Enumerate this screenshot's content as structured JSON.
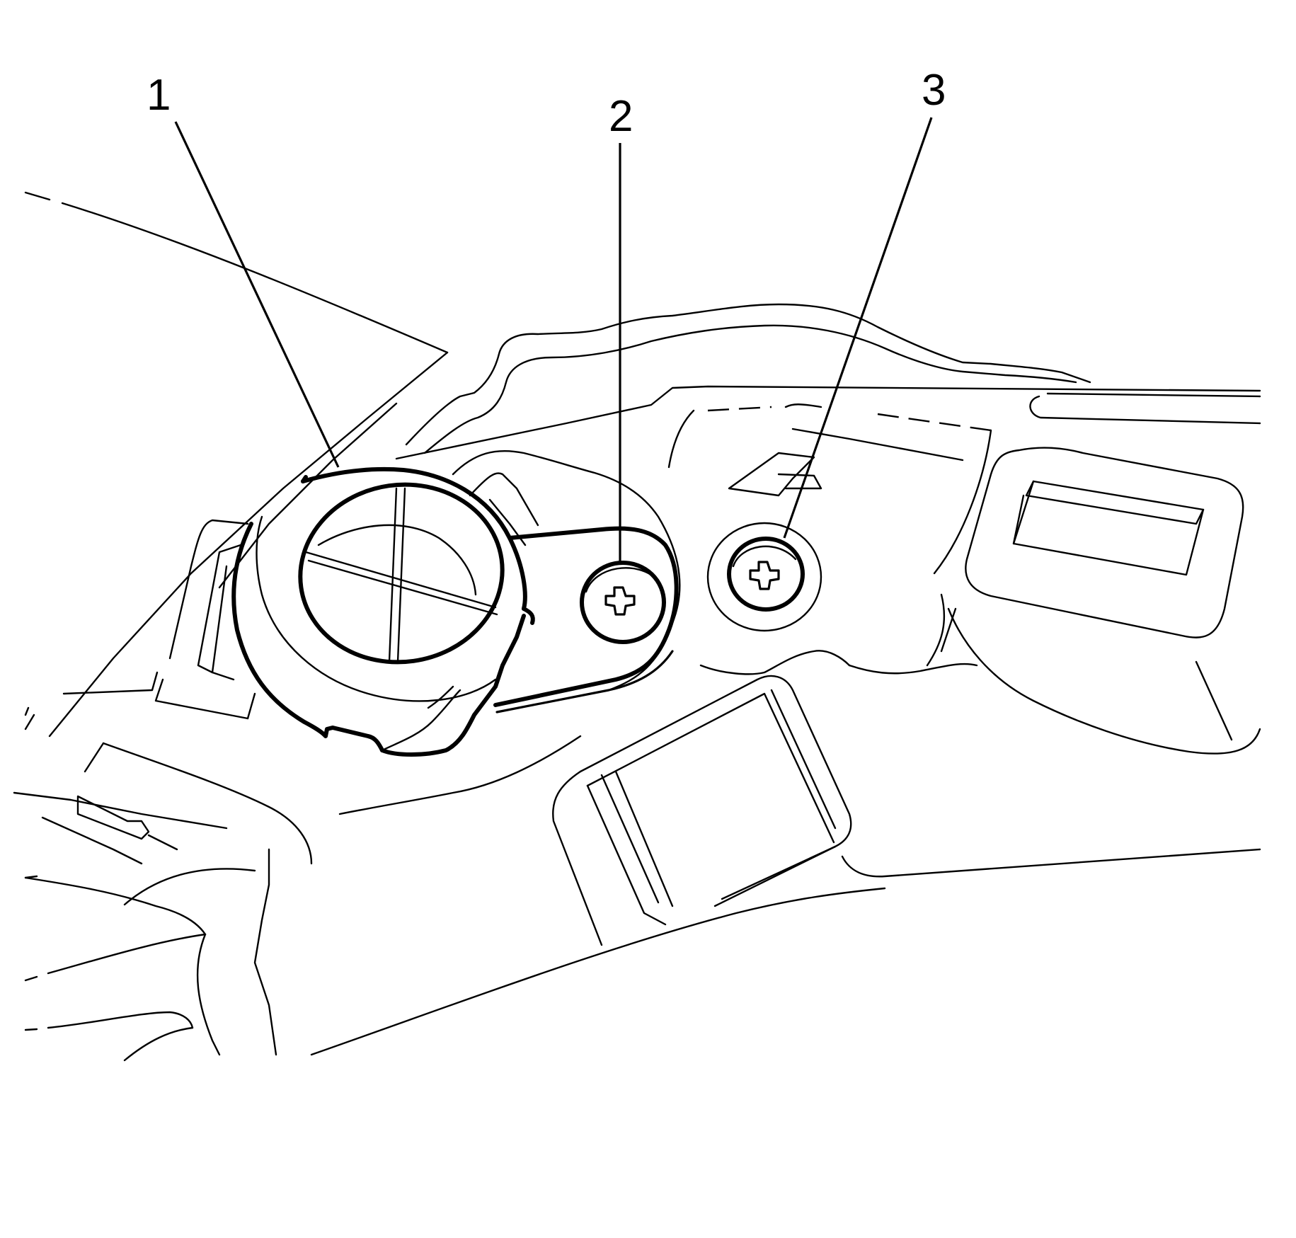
{
  "callouts": [
    {
      "number": "1",
      "target": "grommet"
    },
    {
      "number": "2",
      "target": "screw"
    },
    {
      "number": "3",
      "target": "screw"
    }
  ],
  "colors": {
    "line": "#000000",
    "background": "#ffffff"
  }
}
